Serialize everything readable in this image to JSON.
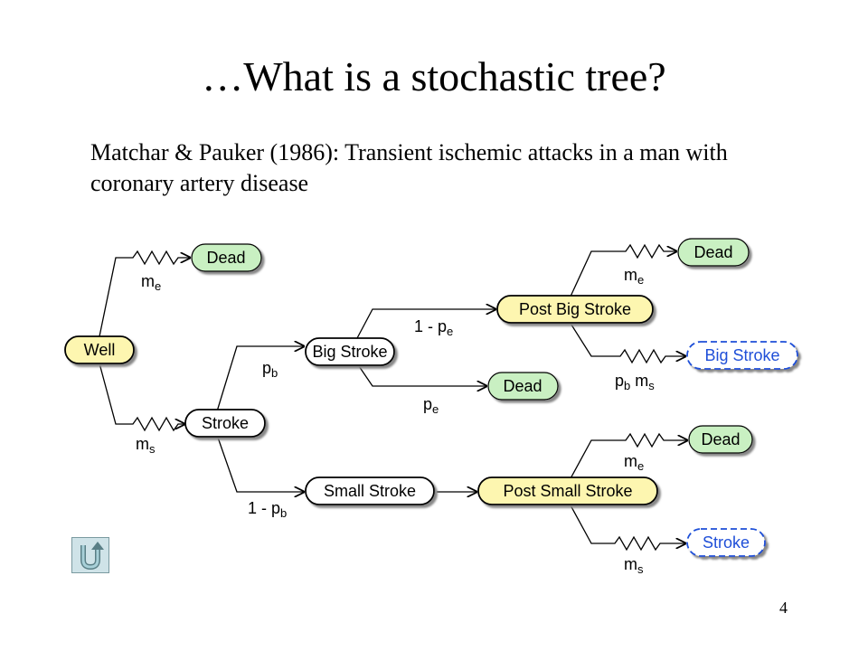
{
  "slide": {
    "title": "…What is a stochastic tree?",
    "subtitle": "Matchar & Pauker (1986): Transient ischemic attacks in a man with coronary artery disease",
    "page_number": "4"
  },
  "nodes": {
    "well": "Well",
    "stroke": "Stroke",
    "big_stroke": "Big Stroke",
    "small_stroke": "Small Stroke",
    "post_big_stroke": "Post Big Stroke",
    "post_small_stroke": "Post Small Stroke",
    "dead": "Dead",
    "big_stroke_loop": "Big Stroke",
    "stroke_loop": "Stroke"
  },
  "labels": {
    "m": "m",
    "p": "p",
    "one_minus": "1 - ",
    "sub_e": "e",
    "sub_s": "s",
    "sub_b": "b",
    "space": " "
  },
  "colors": {
    "yellow_fill": "#fdf6b0",
    "green_fill": "#c9f0c2",
    "white_fill": "#ffffff",
    "blue_dashed": "#1f4fd8"
  },
  "navigation": {
    "back_icon": "u-turn-back-icon"
  }
}
